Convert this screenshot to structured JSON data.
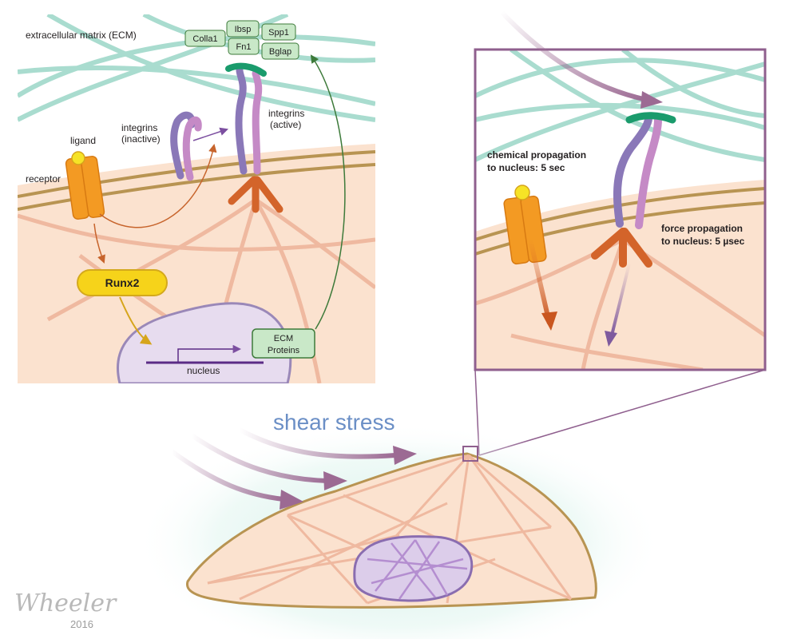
{
  "inset": {
    "ecm_label": "extracellular matrix (ECM)",
    "genes": [
      "Colla1",
      "Ibsp",
      "Spp1",
      "Fn1",
      "Bglap"
    ],
    "integrins_inactive": [
      "integrins",
      "(inactive)"
    ],
    "integrins_active": [
      "integrins",
      "(active)"
    ],
    "ligand": "ligand",
    "receptor": "receptor",
    "runx2": "Runx2",
    "nucleus": "nucleus",
    "ecm_proteins": [
      "ECM",
      "Proteins"
    ]
  },
  "zoom": {
    "chemical": [
      "chemical propagation",
      "to nucleus: 5 sec"
    ],
    "force": [
      "force propagation",
      "to nucleus: 5 µsec"
    ]
  },
  "main": {
    "shear_stress": "shear stress"
  },
  "signature": {
    "name": "Wheeler",
    "year": "2016"
  },
  "colors": {
    "cytoplasm": "#fbe2cf",
    "membrane": "#b89452",
    "ecm_fiber": "#a9dccf",
    "integrin_purple": "#8a78b8",
    "integrin_pink": "#c58ac6",
    "receptor_orange": "#f39a23",
    "runx2_yellow": "#f6d31a",
    "nucleus_purple": "#e7dcef",
    "frame_purple": "#8f5f8e",
    "shear_text": "#6b8fc6"
  }
}
